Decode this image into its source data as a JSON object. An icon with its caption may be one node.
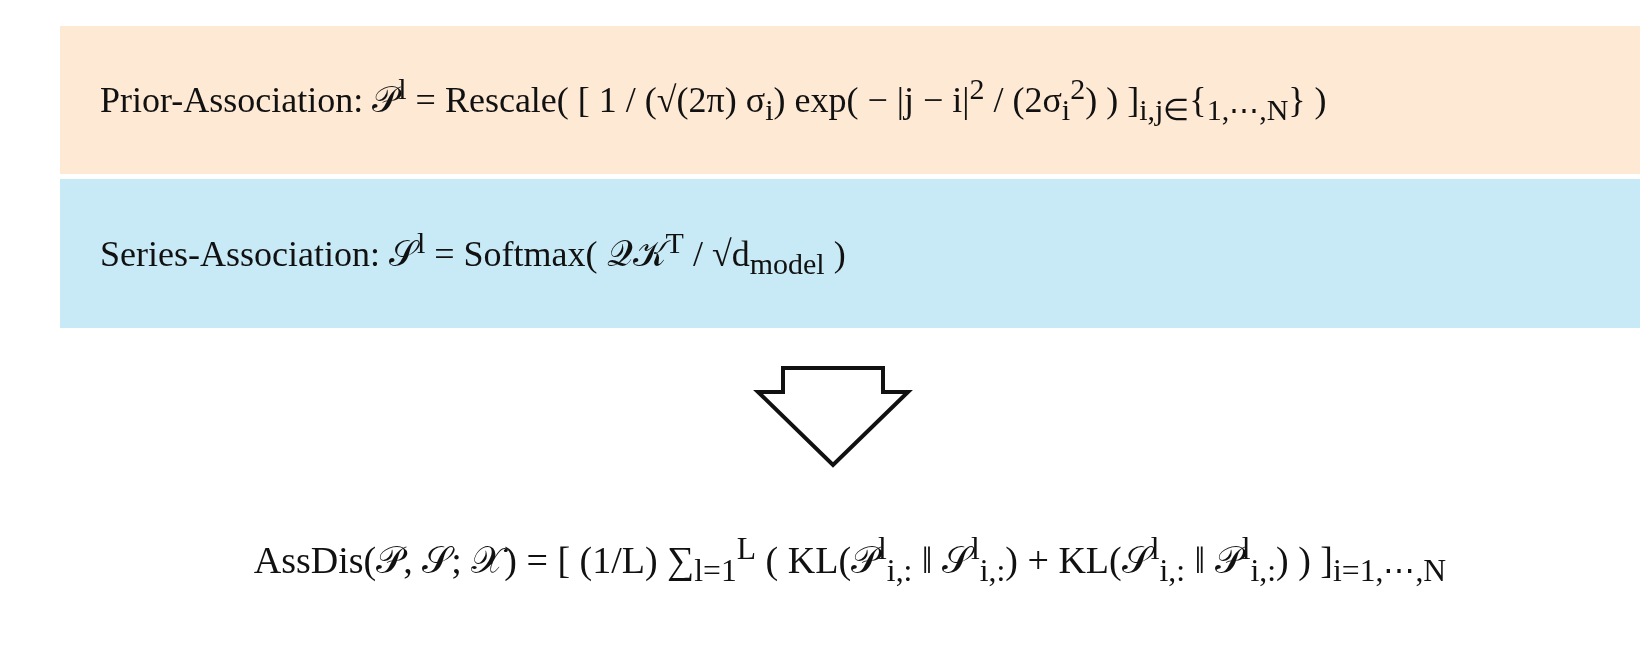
{
  "diagram": {
    "nodes": [
      {
        "text": [
          "Prior-Association: 𝒫$^{l}$ = Rescale( [ 1 / (√(2π) σ$_{i}$) exp( − |j − i|$^{2}$ / (2σ$_{i}$$^{2}$) ) ]$_{i,j∈}${$_{1,⋯,N}$} )"
        ]
      },
      {
        "text": [
          "Series-Association: 𝒮$^{l}$ = Softmax( 𝒬𝒦$^{T}$ / √d$_{model}$ )"
        ]
      },
      {
        "text": [
          "AssDis(𝒫, 𝒮; 𝒳) = [ (1/L) ∑$_{l=1}$$^{L}$ ( KL(𝒫$^{l}$$_{i,:}$ ‖ 𝒮$^{l}$$_{i,:}$) + KL(𝒮$^{l}$$_{i,:}$ ‖ 𝒫$^{l}$$_{i,:}$) ) ]$_{i=1,⋯,N}$"
        ]
      }
    ],
    "edges": [
      {
        "from": 1,
        "to": 2,
        "arrow": "to"
      }
    ]
  }
}
